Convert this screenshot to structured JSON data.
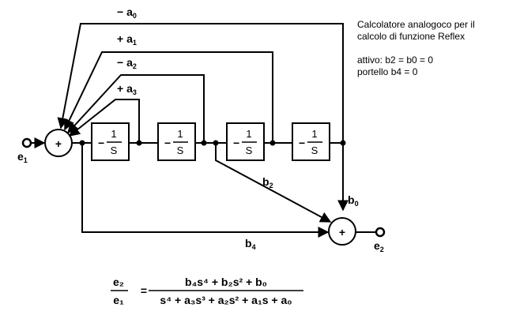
{
  "note": {
    "line1": "Calcolatore analogoco per il",
    "line2": "calcolo di funzione Reflex",
    "line3": "attivo: b2 = b0 = 0",
    "line4": "portello b4 = 0"
  },
  "diagram": {
    "sum_sign": "+",
    "coeff": {
      "a0": {
        "sign": "− a",
        "sub": "0"
      },
      "a1": {
        "sign": "+ a",
        "sub": "1"
      },
      "a2": {
        "sign": "− a",
        "sub": "2"
      },
      "a3": {
        "sign": "+ a",
        "sub": "3"
      },
      "b0": {
        "sign": "b",
        "sub": "0"
      },
      "b2": {
        "sign": "b",
        "sub": "2"
      },
      "b4": {
        "sign": "b",
        "sub": "4"
      }
    },
    "integrator": {
      "minus": "−",
      "num": "1",
      "den": "S"
    },
    "input": {
      "name": "e",
      "sub": "1"
    },
    "output": {
      "name": "e",
      "sub": "2"
    }
  },
  "formula": {
    "lhs_num": "e₂",
    "lhs_den": "e₁",
    "equals": "=",
    "num": "b₄s⁴ + b₂s² + b₀",
    "den": "s⁴ + a₃s³ + a₂s² + a₁s + a₀"
  }
}
